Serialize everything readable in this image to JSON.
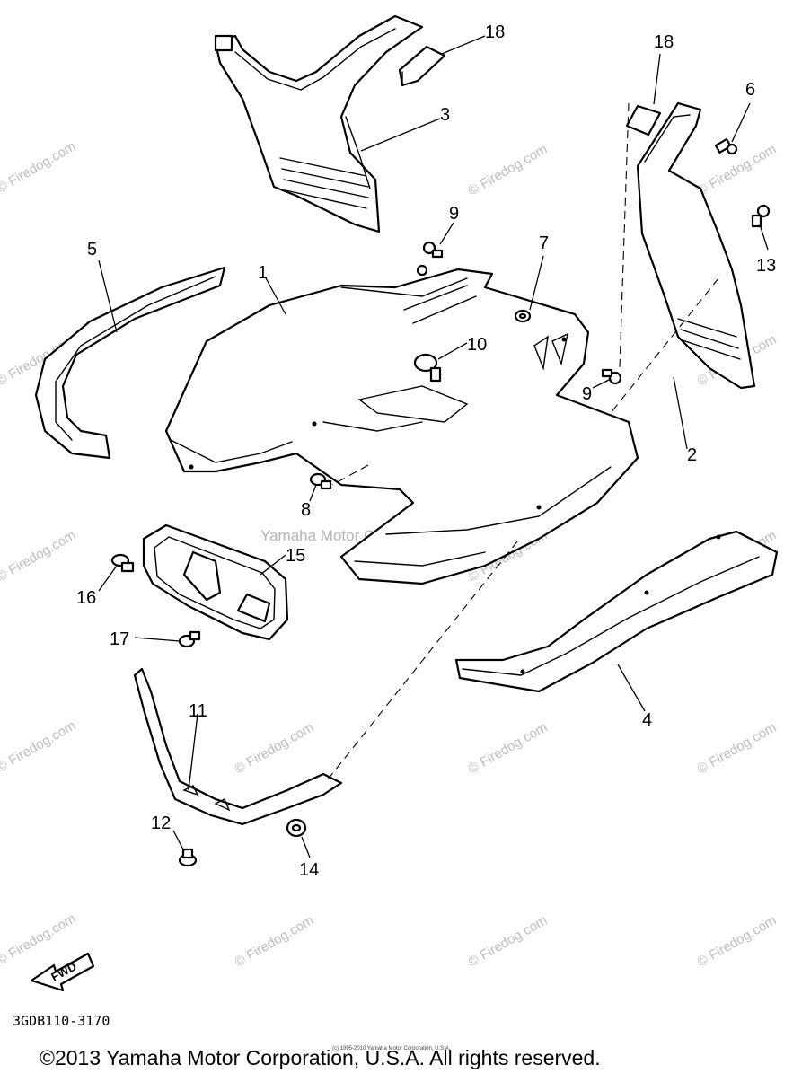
{
  "diagram": {
    "callouts": [
      {
        "id": "c18a",
        "label": "18"
      },
      {
        "id": "c18b",
        "label": "18"
      },
      {
        "id": "c3",
        "label": "3"
      },
      {
        "id": "c6",
        "label": "6"
      },
      {
        "id": "c9a",
        "label": "9"
      },
      {
        "id": "c5",
        "label": "5"
      },
      {
        "id": "c1",
        "label": "1"
      },
      {
        "id": "c7",
        "label": "7"
      },
      {
        "id": "c13",
        "label": "13"
      },
      {
        "id": "c10",
        "label": "10"
      },
      {
        "id": "c9b",
        "label": "9"
      },
      {
        "id": "c2",
        "label": "2"
      },
      {
        "id": "c8",
        "label": "8"
      },
      {
        "id": "c15",
        "label": "15"
      },
      {
        "id": "c16",
        "label": "16"
      },
      {
        "id": "c17",
        "label": "17"
      },
      {
        "id": "c4",
        "label": "4"
      },
      {
        "id": "c11",
        "label": "11"
      },
      {
        "id": "c12",
        "label": "12"
      },
      {
        "id": "c14",
        "label": "14"
      }
    ],
    "watermark_text": "© Firedog.com",
    "center_watermark": "Yamaha Motor Corp. U.S.A.",
    "fwd_label": "FWD",
    "diagram_code": "3GDB110-3170",
    "copyright": "©2013 Yamaha Motor Corporation, U.S.A. All rights reserved.",
    "copyright_small": "(c) 1995-2010 Yamaha Motor Corporation, U.S.A."
  }
}
